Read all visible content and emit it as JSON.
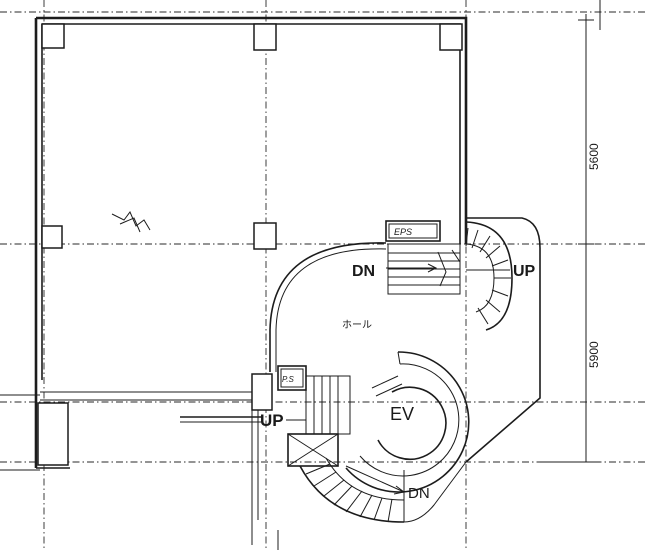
{
  "labels": {
    "dn_upper": "DN",
    "up_right": "UP",
    "hall": "ホール",
    "eps": "EPS",
    "ps": "P.S",
    "up_lower": "UP",
    "ev": "EV",
    "dn_lower": "DN"
  },
  "dimensions": {
    "upper": "5600",
    "lower": "5900"
  }
}
